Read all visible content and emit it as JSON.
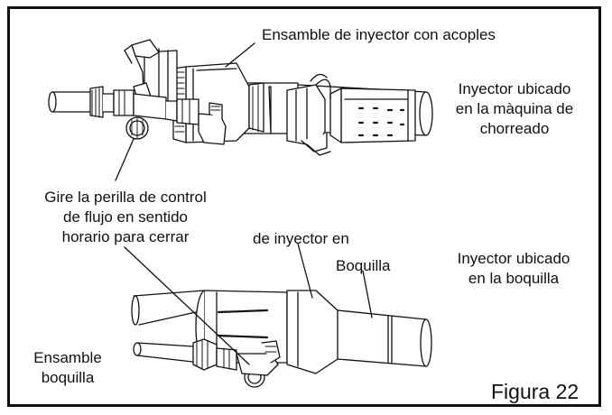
{
  "labels": {
    "top_assembly": "Ensamble de inyector con acoples",
    "machine_injector": [
      "Inyector ubicado",
      "en la màquina de",
      "chorreado"
    ],
    "knob_instruction": [
      "Gire la perilla de control",
      "de flujo en sentido",
      "horario para cerrar"
    ],
    "injector_in": "de inyector en",
    "nozzle": "Boquilla",
    "nozzle_injector": [
      "Inyector ubicado",
      "en la boquilla"
    ],
    "nozzle_assembly": [
      "Ensamble",
      "boquilla"
    ]
  },
  "caption": "Figura 22",
  "colors": {
    "line": "#111111",
    "background": "#ffffff"
  }
}
